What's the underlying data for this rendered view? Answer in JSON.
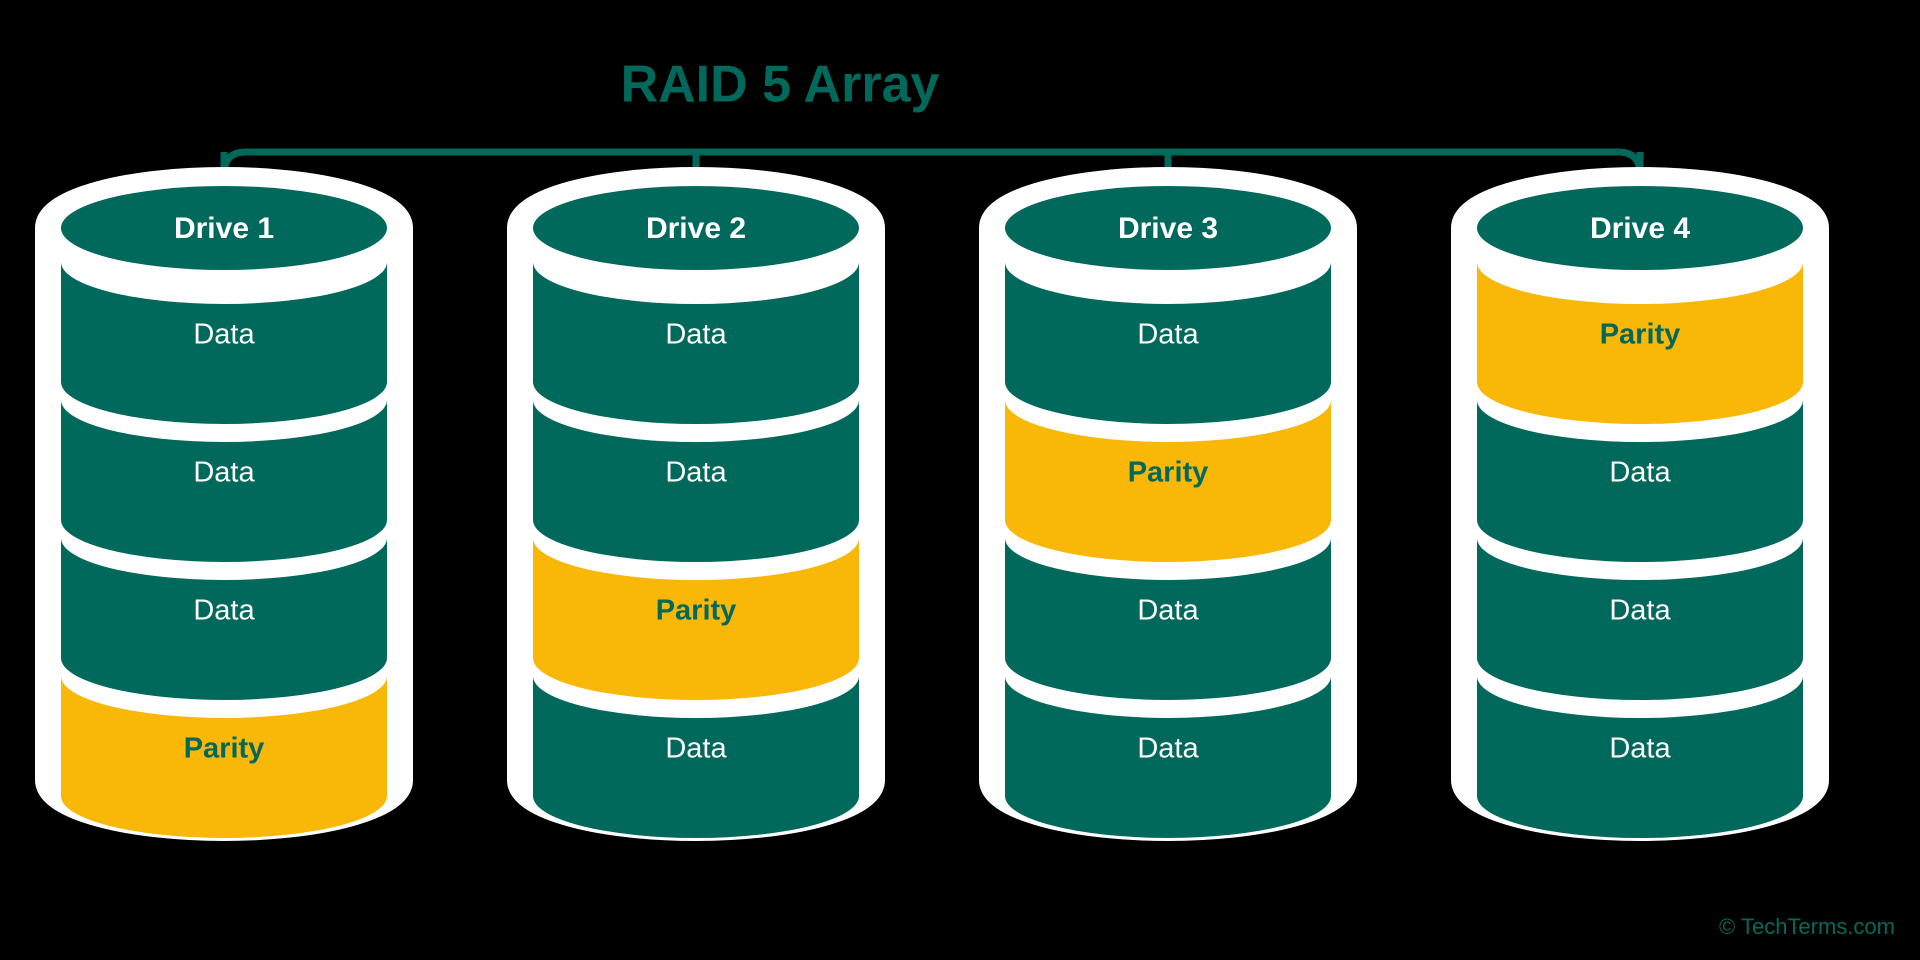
{
  "figure": {
    "title": "RAID 5 Array",
    "credit": "© TechTerms.com",
    "colors": {
      "background": "#000000",
      "drive_green": "#00695B",
      "parity_yellow": "#F9B708",
      "outline_white": "#FFFFFF",
      "bracket": "#00695B",
      "data_label": "#FFFFFF",
      "parity_label": "#00695B"
    }
  },
  "bracket": {
    "name": "array-bracket",
    "spans_drives": 4
  },
  "drives": [
    {
      "id": "drive-1",
      "label": "Drive 1",
      "bands": [
        {
          "type": "data",
          "label": "Data"
        },
        {
          "type": "data",
          "label": "Data"
        },
        {
          "type": "data",
          "label": "Data"
        },
        {
          "type": "parity",
          "label": "Parity"
        }
      ]
    },
    {
      "id": "drive-2",
      "label": "Drive 2",
      "bands": [
        {
          "type": "data",
          "label": "Data"
        },
        {
          "type": "data",
          "label": "Data"
        },
        {
          "type": "parity",
          "label": "Parity"
        },
        {
          "type": "data",
          "label": "Data"
        }
      ]
    },
    {
      "id": "drive-3",
      "label": "Drive 3",
      "bands": [
        {
          "type": "data",
          "label": "Data"
        },
        {
          "type": "parity",
          "label": "Parity"
        },
        {
          "type": "data",
          "label": "Data"
        },
        {
          "type": "data",
          "label": "Data"
        }
      ]
    },
    {
      "id": "drive-4",
      "label": "Drive 4",
      "bands": [
        {
          "type": "parity",
          "label": "Parity"
        },
        {
          "type": "data",
          "label": "Data"
        },
        {
          "type": "data",
          "label": "Data"
        },
        {
          "type": "data",
          "label": "Data"
        }
      ]
    }
  ]
}
